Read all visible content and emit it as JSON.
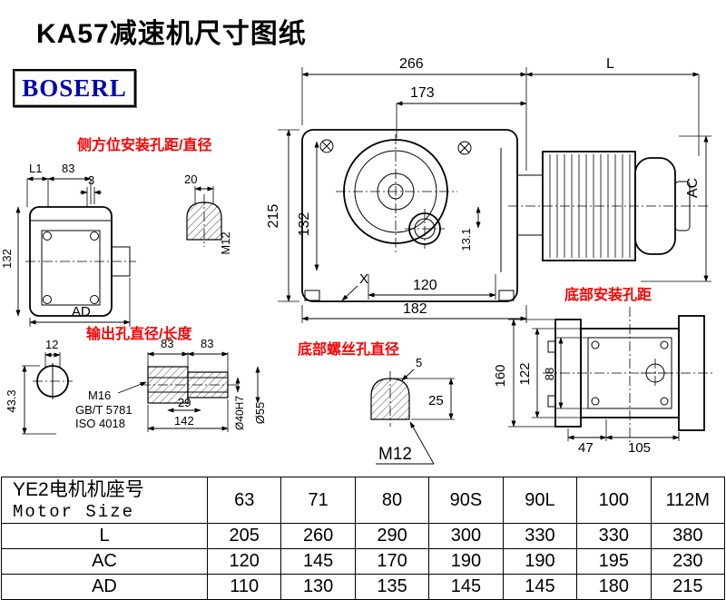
{
  "title": "KA57减速机尺寸图纸",
  "logo": "BOSERL",
  "annotations": {
    "side_mount_label": "侧方位安装孔距/直径",
    "output_hole_label": "输出孔直径/长度",
    "bottom_screw_label": "底部螺丝孔直径",
    "bottom_mount_label": "底部安装孔距"
  },
  "dims": {
    "top_width": "266",
    "motor_length": "L",
    "flange_offset": "173",
    "height": "215",
    "center_height": "132",
    "axis_offset": "13.1",
    "foot_span": "120",
    "base_width": "182",
    "x_mark": "X",
    "motor_ac": "AC",
    "side_l1": "L1",
    "side_83": "83",
    "side_3": "3",
    "side_height": "132",
    "side_ad": "AD",
    "side_hole_20": "20",
    "side_hole_m12": "M12",
    "shaft_83a": "83",
    "shaft_83b": "83",
    "shaft_m16": "M16",
    "shaft_gbt": "GB/T 5781",
    "shaft_iso": "ISO 4018",
    "shaft_29": "29",
    "shaft_142": "142",
    "shaft_d40": "Ø40H7",
    "shaft_d55": "Ø55",
    "end_12": "12",
    "end_433": "43.3",
    "bolt_5": "5",
    "bolt_25": "25",
    "bolt_m12": "M12",
    "bottom_160": "160",
    "bottom_122": "122",
    "bottom_88": "88",
    "bottom_47": "47",
    "bottom_105": "105"
  },
  "table": {
    "header_cn": "YE2电机机座号",
    "header_en": "Motor Size",
    "sizes": [
      "63",
      "71",
      "80",
      "90S",
      "90L",
      "100",
      "112M"
    ],
    "rows": [
      {
        "label": "L",
        "values": [
          "205",
          "260",
          "290",
          "300",
          "330",
          "330",
          "380"
        ]
      },
      {
        "label": "AC",
        "values": [
          "120",
          "145",
          "170",
          "190",
          "190",
          "195",
          "230"
        ]
      },
      {
        "label": "AD",
        "values": [
          "110",
          "130",
          "135",
          "145",
          "145",
          "180",
          "215"
        ]
      }
    ]
  }
}
